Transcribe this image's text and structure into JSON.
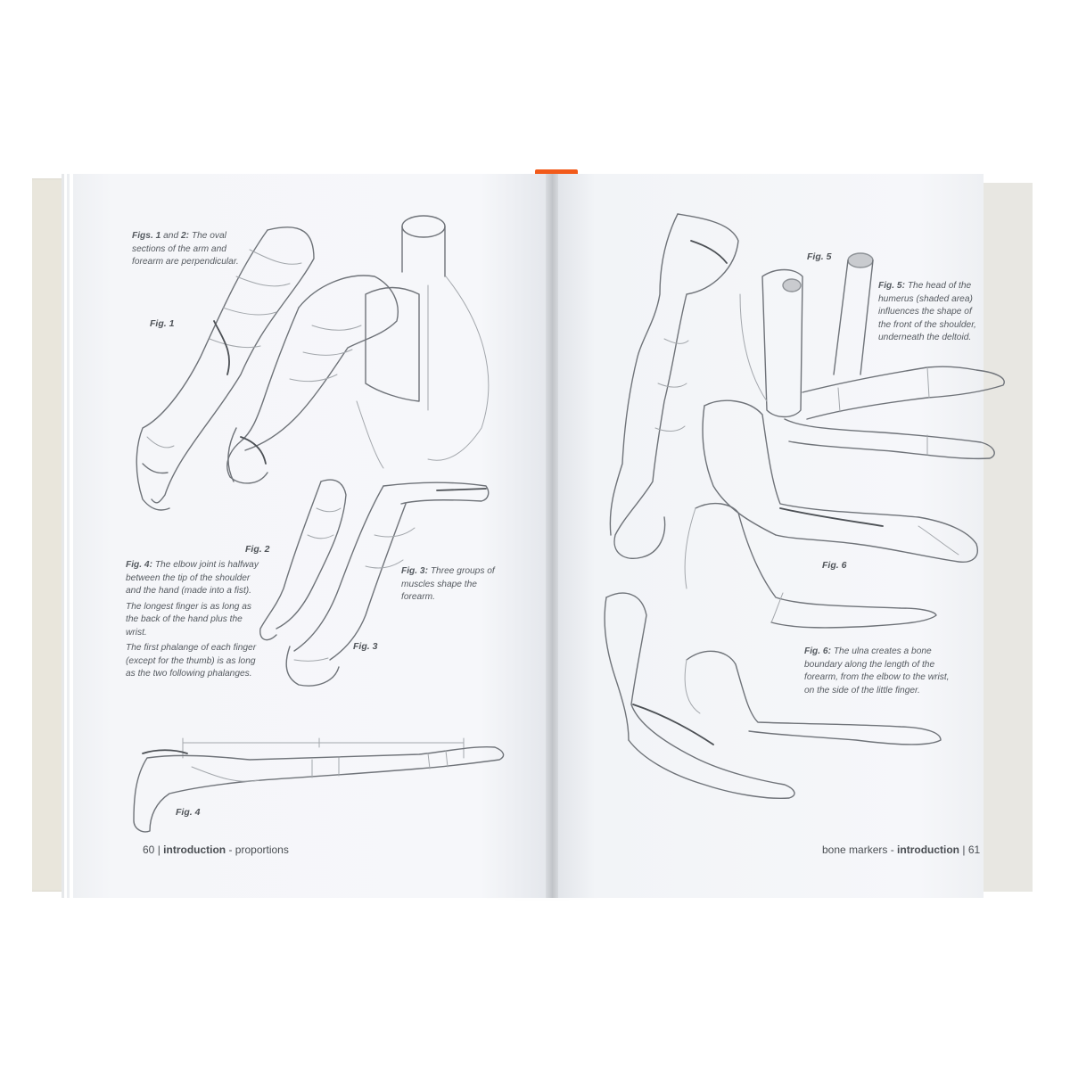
{
  "left_page": {
    "caption_figs_1_2": {
      "label": "Figs. 1",
      "joiner": " and ",
      "label2": "2:",
      "text": " The oval sections of the arm and forearm are perpendicular."
    },
    "caption_fig_4": {
      "label": "Fig. 4:",
      "text": " The elbow joint is halfway between the tip of the shoulder and the hand (made into a fist).",
      "line2": "The longest finger is as long as the back of the hand plus the wrist.",
      "line3": "The first phalange of each finger (except for the thumb) is as long as the two following phalanges."
    },
    "caption_fig_3": {
      "label": "Fig. 3:",
      "text": " Three groups of muscles shape the forearm."
    },
    "figure_labels": {
      "fig1": "Fig. 1",
      "fig2": "Fig. 2",
      "fig3": "Fig. 3",
      "fig4": "Fig. 4"
    },
    "footer": {
      "number": "60",
      "sep": " | ",
      "section": "introduction",
      "rest": " - proportions"
    }
  },
  "right_page": {
    "caption_fig_5": {
      "label": "Fig. 5:",
      "text": " The head of the humerus (shaded area) influences the shape of the front of the shoulder, underneath the deltoid."
    },
    "caption_fig_6": {
      "label": "Fig. 6:",
      "text": " The ulna creates a bone boundary along the length of the forearm, from the elbow to the wrist, on the side of the little finger."
    },
    "figure_labels": {
      "fig5": "Fig. 5",
      "fig6": "Fig. 6"
    },
    "footer": {
      "pre": "bone markers - ",
      "section": "introduction",
      "sep": " | ",
      "number": "61"
    }
  },
  "colors": {
    "spine_accent": "#f25a1a",
    "page": "#f5f6f9",
    "text": "#555a60"
  }
}
